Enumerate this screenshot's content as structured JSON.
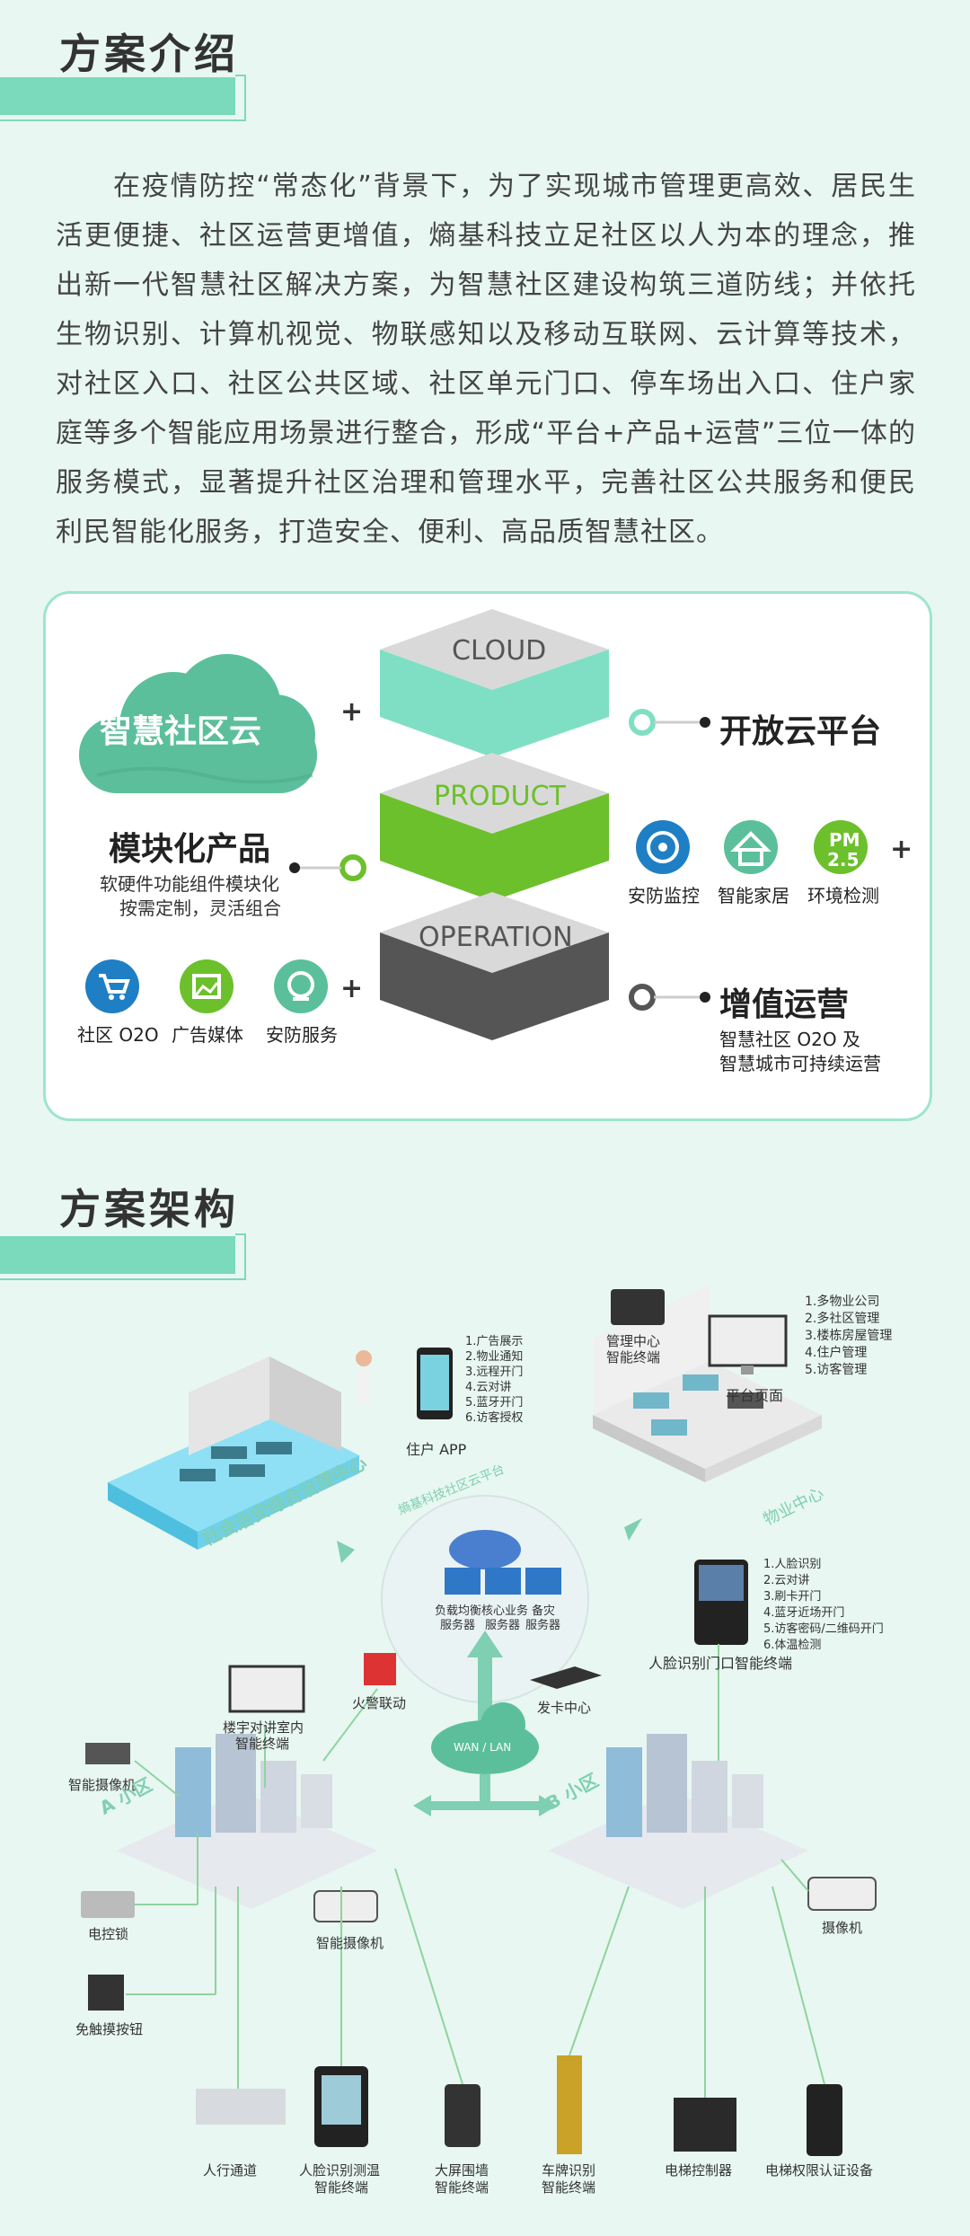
{
  "section1": {
    "title": "方案介绍"
  },
  "intro": "在疫情防控“常态化”背景下，为了实现城市管理更高效、居民生活更便捷、社区运营更增值，熵基科技立足社区以人为本的理念，推出新一代智慧社区解决方案，为智慧社区建设构筑三道防线；并依托生物识别、计算机视觉、物联感知以及移动互联网、云计算等技术，对社区入口、社区公共区域、社区单元门口、停车场出入口、住户家庭等多个智能应用场景进行整合，形成“平台+产品+运营”三位一体的服务模式，显著提升社区治理和管理水平，完善社区公共服务和便民利民智能化服务，打造安全、便利、高品质智慧社区。",
  "model": {
    "cloud_label": "智慧社区云",
    "plus": "+",
    "layers": [
      "CLOUD",
      "PRODUCT",
      "OPERATION"
    ],
    "open_platform": "开放云平台",
    "module_title": "模块化产品",
    "module_sub1": "软硬件功能组件模块化",
    "module_sub2": "按需定制，灵活组合",
    "pm_line1": "PM",
    "pm_line2": "2.5",
    "product_icons": [
      "安防监控",
      "智能家居",
      "环境检测"
    ],
    "operation_icons": [
      "社区 O2O",
      "广告媒体",
      "安防服务"
    ],
    "value_title": "增值运营",
    "value_sub1": "智慧社区 O2O 及",
    "value_sub2": "智慧城市可持续运营",
    "colors": {
      "cloud_green": "#5cbf9c",
      "product_green": "#6cc02c",
      "operation_gray": "#555555",
      "mint": "#7fdfc4"
    }
  },
  "section2": {
    "title": "方案架构"
  },
  "arch": {
    "app_list": [
      "1.广告展示",
      "2.物业通知",
      "3.远程开门",
      "4.云对讲",
      "5.蓝牙开门",
      "6.访客授权"
    ],
    "app_label": "住户 APP",
    "mgmt_label1": "管理中心",
    "mgmt_label2": "智能终端",
    "platform_list": [
      "1.多物业公司",
      "2.多社区管理",
      "3.楼栋房屋管理",
      "4.住户管理",
      "5.访客管理"
    ],
    "platform_label": "平台页面",
    "left_center": "社会治安综合治理中心",
    "right_center": "物业中心",
    "cloud_platform": "熵基科技社区云平台",
    "servers": [
      "负载均衡",
      "服务器",
      "核心业务",
      "服务器",
      "备灾",
      "服务器"
    ],
    "face_list": [
      "1.人脸识别",
      "2.云对讲",
      "3.刷卡开门",
      "4.蓝牙近场开门",
      "5.访客密码/二维码开门",
      "6.体温检测"
    ],
    "face_label": "人脸识别门口智能终端",
    "intercom1": "楼宇对讲室内",
    "intercom2": "智能终端",
    "fire": "火警联动",
    "camera1": "智能摄像机",
    "wan": "WAN / LAN",
    "card_center": "发卡中心",
    "zone_a": "A 小区",
    "zone_b": "B 小区",
    "lock": "电控锁",
    "camera2": "智能摄像机",
    "camera3": "摄像机",
    "touch": "免触摸按钮",
    "bottom": [
      {
        "l1": "人行通道",
        "l2": ""
      },
      {
        "l1": "人脸识别测温",
        "l2": "智能终端"
      },
      {
        "l1": "大屏围墙",
        "l2": "智能终端"
      },
      {
        "l1": "车牌识别",
        "l2": "智能终端"
      },
      {
        "l1": "电梯控制器",
        "l2": ""
      },
      {
        "l1": "电梯权限认证设备",
        "l2": ""
      }
    ]
  }
}
